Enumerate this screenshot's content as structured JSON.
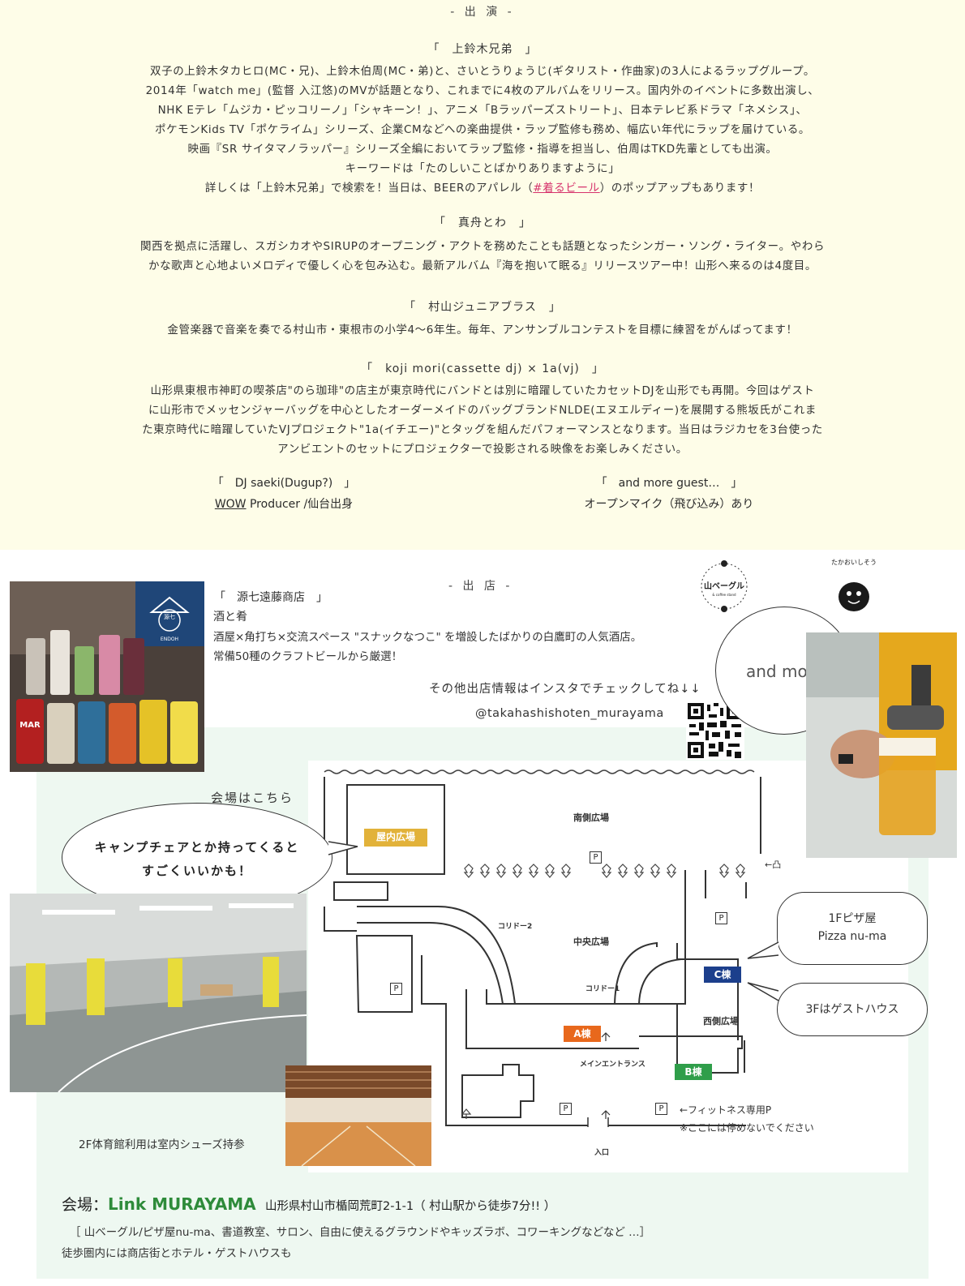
{
  "performers": {
    "heading": "- 出 演 -",
    "p1": {
      "name": "「　上鈴木兄弟　」",
      "lines": [
        "双子の上鈴木タカヒロ(MC・兄)、上鈴木伯周(MC・弟)と、さいとうりょうじ(ギタリスト・作曲家)の3人によるラップグループ。",
        "2014年「watch me」(監督 入江悠)のMVが話題となり、これまでに4枚のアルバムをリリース。国内外のイベントに多数出演し、",
        "NHK Eテレ「ムジカ・ピッコリーノ」「シャキーン！」、アニメ「Bラッパーズストリート」、日本テレビ系ドラマ「ネメシス」、",
        "ポケモンKids TV「ポケライム」シリーズ、企業CMなどへの楽曲提供・ラップ監修も務め、幅広い年代にラップを届けている。",
        "映画『SR サイタマノラッパー』シリーズ全編においてラップ監修・指導を担当し、伯周はTKD先輩としても出演。",
        "キーワードは「たのしいことばかりありますように」"
      ],
      "last_before": "詳しくは「上鈴木兄弟」で検索を！当日は、BEERのアパレル（",
      "last_link": "#着るビール",
      "last_after": "）のポップアップもあります！"
    },
    "p2": {
      "name": "「　真舟とわ　」",
      "lines": [
        "関西を拠点に活躍し、スガシカオやSIRUPのオープニング・アクトを務めたことも話題となったシンガー・ソング・ライター。やわら",
        "かな歌声と心地よいメロディで優しく心を包み込む。最新アルバム『海を抱いて眠る』リリースツアー中！山形へ来るのは4度目。"
      ]
    },
    "p3": {
      "name": "「　村山ジュニアブラス　」",
      "lines": [
        "金管楽器で音楽を奏でる村山市・東根市の小学4〜6年生。毎年、アンサンブルコンテストを目標に練習をがんばってます！"
      ]
    },
    "p4": {
      "name": "「　koji mori(cassette dj) × 1a(vj)　」",
      "lines": [
        "山形県東根市神町の喫茶店\"のら珈琲\"の店主が東京時代にバンドとは別に暗躍していたカセットDJを山形でも再開。今回はゲスト",
        "に山形市でメッセンジャーバッグを中心としたオーダーメイドのバッグブランドNLDE(エヌエルディー)を展開する熊坂氏がこれま",
        "た東京時代に暗躍していたVJプロジェクト\"1a(イチエー)\"とタッグを組んだパフォーマンスとなります。当日はラジカセを3台使った",
        "アンビエントのセットにプロジェクターで投影される映像をお楽しみください。"
      ]
    },
    "p5": {
      "name": "「　DJ saeki(Dugup?)　」",
      "sub_u": "WOW",
      "sub_rest": " Producer /仙台出身"
    },
    "p6": {
      "name": "「　and more guest…　」",
      "sub": "オープンマイク（飛び込み）あり"
    }
  },
  "shops": {
    "heading": "- 出 店 -",
    "shop_name": "「　源七遠藤商店　」",
    "shop_category": "酒と肴",
    "shop_lines": [
      "酒屋×角打ち×交流スペース \"スナックなつこ\" を増設したばかりの白鷹町の人気酒店。",
      "常備50種のクラフトビールから厳選！"
    ],
    "insta_note": "その他出店情報はインスタでチェックしてね↓↓",
    "insta_handle": "@takahashishoten_murayama",
    "and_more": "and more",
    "logo1_text": "山ベーグル",
    "logo1_sub": "& coffee stand",
    "logo2_text": "たかおいしそう",
    "sign_label": "源七",
    "sign_sub": "ENDOH",
    "can_text": "MAR"
  },
  "map": {
    "venue_here": "会場はこちら",
    "chair_bubble": [
      "キャンプチェアとか持ってくると",
      "すごくいいかも！"
    ],
    "indoor_plaza": "屋内広場",
    "south_plaza": "南側広場",
    "central_plaza": "中央広場",
    "west_plaza": "西側広場",
    "corridor1": "コリドー1",
    "corridor2": "コリドー2",
    "bldg_a": "A棟",
    "bldg_b": "B棟",
    "bldg_c": "C棟",
    "main_entrance": "メインエントランス",
    "entrance": "入口",
    "fitness_p": "←フィットネス専用P",
    "no_parking": "※ここには停めないでください",
    "pizza_bubble": [
      "1Fピザ屋",
      "Pizza nu-ma"
    ],
    "guesthouse_bubble": "3Fはゲストハウス",
    "gym_note": "2F体育館利用は室内シューズ持参",
    "parking": "P",
    "arrow_entry": "←凸"
  },
  "venue": {
    "label": "会場：",
    "name": "Link MURAYAMA",
    "address": "山形県村山市楯岡荒町2-1-1（ 村山駅から徒歩7分!! ）",
    "facilities": "［ 山ベーグル/ピザ屋nu-ma、書道教室、サロン、自由に使えるグラウンドやキッズラボ、コワーキングなどなど …］",
    "nearby": "徒歩圏内には商店街とホテル・ゲストハウスも"
  },
  "colors": {
    "cream": "#fefde8",
    "mint": "#eef8f1",
    "green": "#2e8b3a",
    "bldg_a": "#e8681c",
    "bldg_b": "#2f9e4a",
    "bldg_c": "#1c3f8c",
    "indoor": "#e2b23a",
    "link_pink": "#d6336c"
  }
}
